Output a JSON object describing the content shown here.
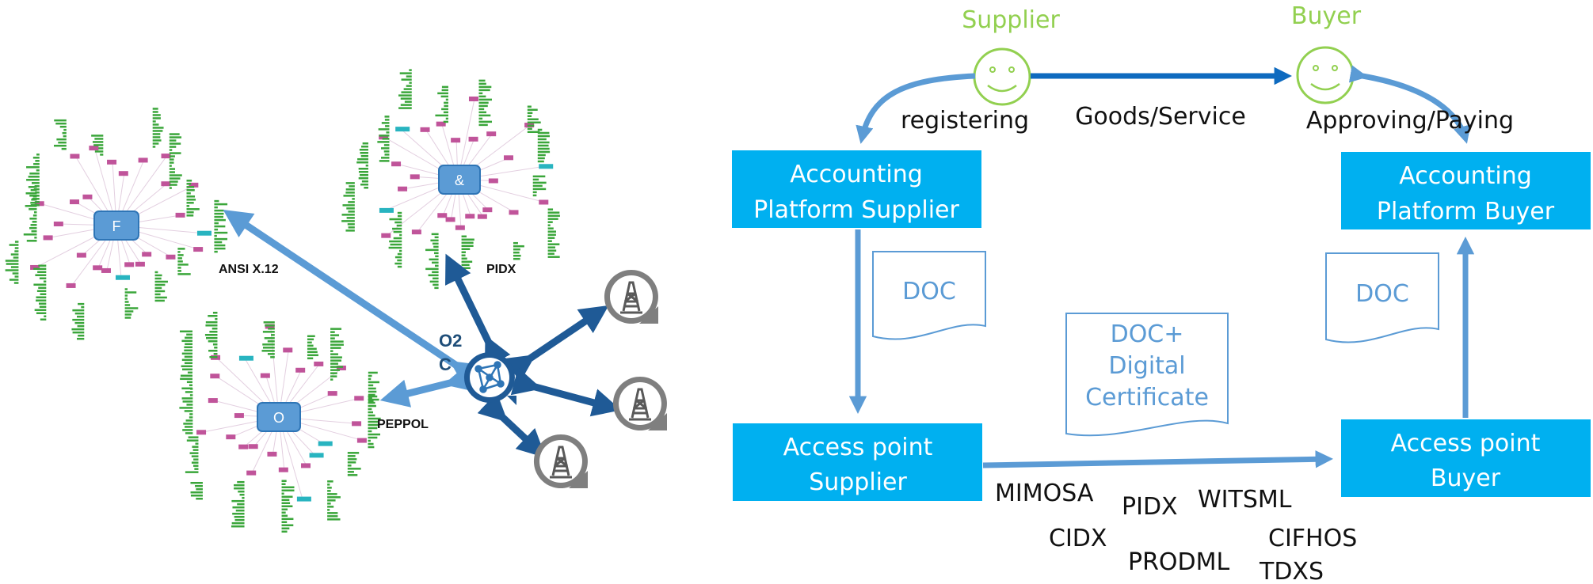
{
  "left_diagram": {
    "hub_label_line1": "O2",
    "hub_label_line2": "C",
    "clusters": [
      {
        "label": "F",
        "standard": "ANSI X.12"
      },
      {
        "label": "&",
        "standard": "PIDX"
      },
      {
        "label": "O",
        "standard": "PEPPOL"
      }
    ],
    "wells": [
      "oil-well-icon-1",
      "oil-well-icon-2",
      "oil-well-icon-3"
    ],
    "colors": {
      "arrow_dark": "#1f5a96",
      "arrow_light": "#5b9bd5",
      "bars": "#3aa63a",
      "node_pink": "#c0549a",
      "node_teal": "#28b4c0",
      "hub_fill": "#5b9bd5"
    }
  },
  "right_diagram": {
    "supplier_label": "Supplier",
    "buyer_label": "Buyer",
    "registering_label": "registering",
    "goods_label": "Goods/Service",
    "approving_label": "Approving/Paying",
    "acct_supplier_line1": "Accounting",
    "acct_supplier_line2": "Platform Supplier",
    "acct_buyer_line1": "Accounting",
    "acct_buyer_line2": "Platform Buyer",
    "ap_supplier_line1": "Access point",
    "ap_supplier_line2": "Supplier",
    "ap_buyer_line1": "Access point",
    "ap_buyer_line2": "Buyer",
    "doc_left": "DOC",
    "doc_right": "DOC",
    "doc_center_line1": "DOC+",
    "doc_center_line2": "Digital",
    "doc_center_line3": "Certificate",
    "standards": [
      "MIMOSA",
      "PIDX",
      "WITSML",
      "CIDX",
      "CIFHOS",
      "PRODML",
      "TDXS"
    ],
    "colors": {
      "box": "#00b0f0",
      "arrow": "#5b9bd5",
      "arrow_dark": "#0e6abf",
      "role": "#92d050"
    }
  }
}
